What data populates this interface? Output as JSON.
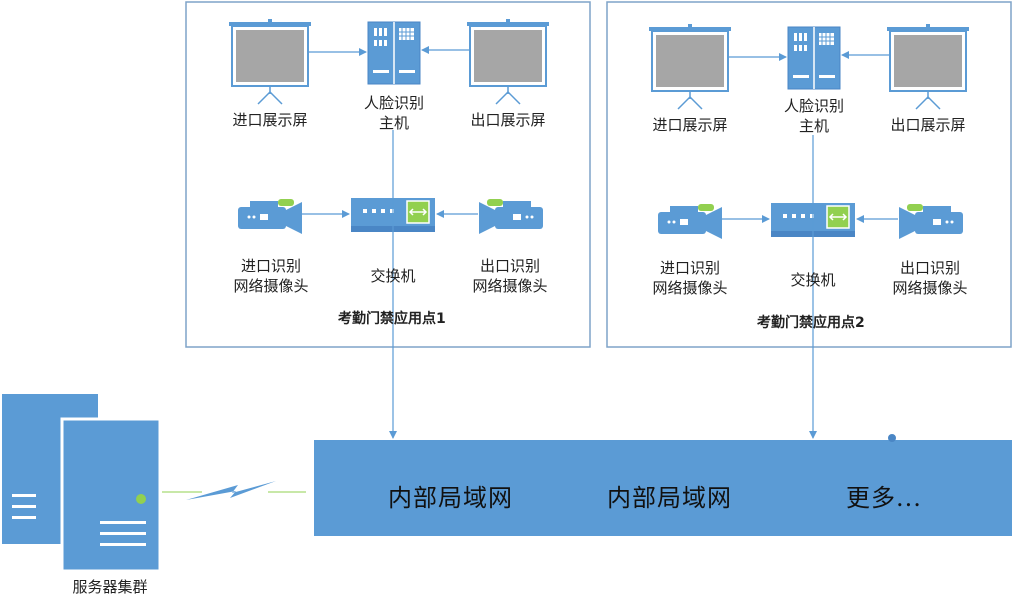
{
  "colors": {
    "blue": "#5b9bd5",
    "dark_blue": "#4a86c5",
    "screen_gray": "#a6a6a6",
    "green": "#92d050",
    "line": "#5b9bd5",
    "box_border": "#7fa3c8"
  },
  "sites": [
    {
      "title": "考勤门禁应用点1",
      "entry_screen": "进口展示屏",
      "exit_screen": "出口展示屏",
      "host": "人脸识别\n主机",
      "switch": "交换机",
      "entry_camera": "进口识别\n网络摄像头",
      "exit_camera": "出口识别\n网络摄像头"
    },
    {
      "title": "考勤门禁应用点2",
      "entry_screen": "进口展示屏",
      "exit_screen": "出口展示屏",
      "host": "人脸识别\n主机",
      "switch": "交换机",
      "entry_camera": "进口识别\n网络摄像头",
      "exit_camera": "出口识别\n网络摄像头"
    }
  ],
  "lan": {
    "label_1": "内部局域网",
    "label_2": "内部局域网",
    "label_3": "更多..."
  },
  "server": {
    "label": "服务器集群"
  },
  "icons": [
    "projector-screen-icon",
    "server-rack-icon",
    "camera-icon",
    "switch-icon",
    "server-icon",
    "lightning-link-icon"
  ]
}
